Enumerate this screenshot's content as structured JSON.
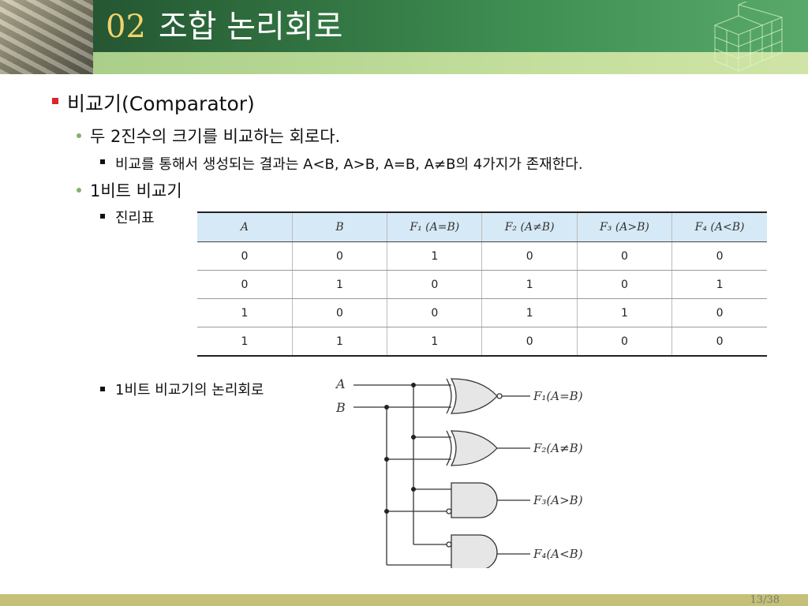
{
  "slide": {
    "number": "02",
    "title": "조합 논리회로",
    "page": "13/38"
  },
  "bullets": {
    "l1": "비교기(Comparator)",
    "l2a": "두 2진수의 크기를 비교하는 회로다.",
    "l3a": "비교를 통해서 생성되는 결과는 A<B, A>B, A=B, A≠B의 4가지가 존재한다.",
    "l2b": "1비트 비교기",
    "l3b": "진리표",
    "l3c": "1비트 비교기의 논리회로"
  },
  "truth_table": {
    "headers": [
      "A",
      "B",
      "F₁ (A=B)",
      "F₂ (A≠B)",
      "F₃ (A>B)",
      "F₄ (A<B)"
    ],
    "rows": [
      [
        "0",
        "0",
        "1",
        "0",
        "0",
        "0"
      ],
      [
        "0",
        "1",
        "0",
        "1",
        "0",
        "1"
      ],
      [
        "1",
        "0",
        "0",
        "1",
        "1",
        "0"
      ],
      [
        "1",
        "1",
        "1",
        "0",
        "0",
        "0"
      ]
    ]
  },
  "circuit": {
    "input_a": "A",
    "input_b": "B",
    "out1": "F₁(A=B)",
    "out2": "F₂(A≠B)",
    "out3": "F₃(A>B)",
    "out4": "F₄(A<B)",
    "gates": [
      "xnor",
      "xor",
      "and-with-inverted-b",
      "and-with-inverted-a"
    ]
  },
  "colors": {
    "header_dark": "#1f4a2c",
    "header_strip": "#c3de9c",
    "bullet_red": "#d8262b",
    "bullet_green": "#7fb26b",
    "table_header": "#d6e9f6",
    "footer": "#c4c079",
    "gate_fill": "#e6e6e6"
  }
}
